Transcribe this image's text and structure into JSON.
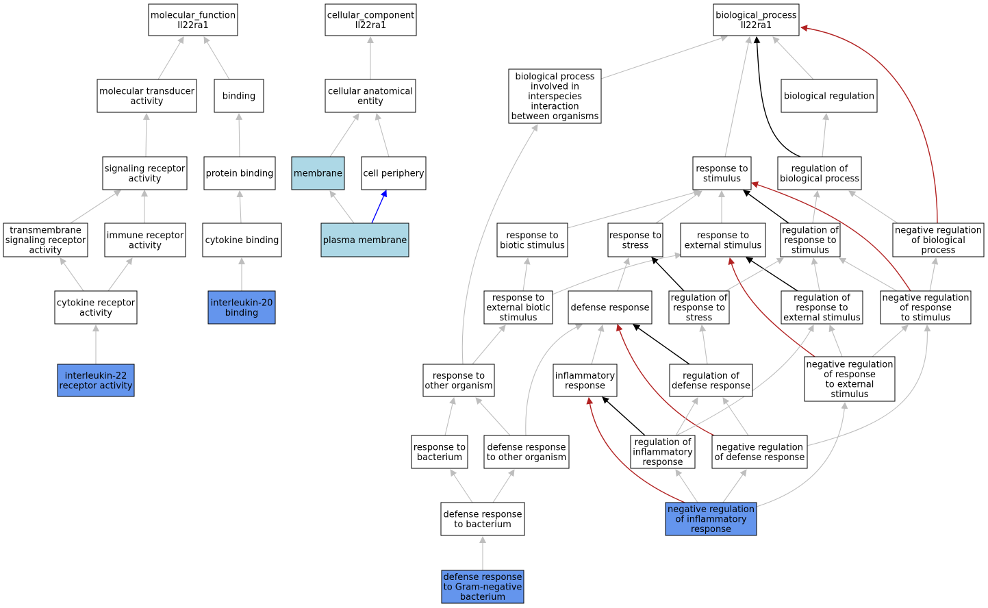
{
  "colors": {
    "node_default": "#ffffff",
    "node_annotated": "#6495ed",
    "node_cellular": "#add8e6",
    "edge_is_a": "#bebebe",
    "edge_regulates": "#000000",
    "edge_negatively_regulates": "#b22222",
    "edge_part_of": "#0000ff"
  },
  "nodes": [
    {
      "id": "mf",
      "lines": [
        "molecular_function",
        "Il22ra1"
      ],
      "fill": "default"
    },
    {
      "id": "cc",
      "lines": [
        "cellular_component",
        "Il22ra1"
      ],
      "fill": "default"
    },
    {
      "id": "bp",
      "lines": [
        "biological_process",
        "Il22ra1"
      ],
      "fill": "default"
    },
    {
      "id": "mta",
      "lines": [
        "molecular transducer",
        "activity"
      ],
      "fill": "default"
    },
    {
      "id": "bind",
      "lines": [
        "binding"
      ],
      "fill": "default"
    },
    {
      "id": "cae",
      "lines": [
        "cellular anatomical",
        "entity"
      ],
      "fill": "default"
    },
    {
      "id": "bpii",
      "lines": [
        "biological process",
        "involved in",
        "interspecies",
        "interaction",
        "between organisms"
      ],
      "fill": "default"
    },
    {
      "id": "breg",
      "lines": [
        "biological regulation"
      ],
      "fill": "default"
    },
    {
      "id": "sra",
      "lines": [
        "signaling receptor",
        "activity"
      ],
      "fill": "default"
    },
    {
      "id": "pb",
      "lines": [
        "protein binding"
      ],
      "fill": "default"
    },
    {
      "id": "mem",
      "lines": [
        "membrane"
      ],
      "fill": "cellular"
    },
    {
      "id": "cp",
      "lines": [
        "cell periphery"
      ],
      "fill": "default"
    },
    {
      "id": "rts",
      "lines": [
        "response to",
        "stimulus"
      ],
      "fill": "default"
    },
    {
      "id": "rbp",
      "lines": [
        "regulation of",
        "biological process"
      ],
      "fill": "default"
    },
    {
      "id": "tsra",
      "lines": [
        "transmembrane",
        "signaling receptor",
        "activity"
      ],
      "fill": "default"
    },
    {
      "id": "ira",
      "lines": [
        "immune receptor",
        "activity"
      ],
      "fill": "default"
    },
    {
      "id": "cb",
      "lines": [
        "cytokine binding"
      ],
      "fill": "default"
    },
    {
      "id": "pm",
      "lines": [
        "plasma membrane"
      ],
      "fill": "cellular"
    },
    {
      "id": "rbs",
      "lines": [
        "response to",
        "biotic stimulus"
      ],
      "fill": "default"
    },
    {
      "id": "rstr",
      "lines": [
        "response to",
        "stress"
      ],
      "fill": "default"
    },
    {
      "id": "res",
      "lines": [
        "response to",
        "external stimulus"
      ],
      "fill": "default"
    },
    {
      "id": "rrs",
      "lines": [
        "regulation of",
        "response to",
        "stimulus"
      ],
      "fill": "default"
    },
    {
      "id": "nrbp",
      "lines": [
        "negative regulation",
        "of biological",
        "process"
      ],
      "fill": "default"
    },
    {
      "id": "cra",
      "lines": [
        "cytokine receptor",
        "activity"
      ],
      "fill": "default"
    },
    {
      "id": "il20",
      "lines": [
        "interleukin-20",
        "binding"
      ],
      "fill": "annotated"
    },
    {
      "id": "rebs",
      "lines": [
        "response to",
        "external biotic",
        "stimulus"
      ],
      "fill": "default"
    },
    {
      "id": "dr",
      "lines": [
        "defense response"
      ],
      "fill": "default"
    },
    {
      "id": "rrstr",
      "lines": [
        "regulation of",
        "response to",
        "stress"
      ],
      "fill": "default"
    },
    {
      "id": "rres",
      "lines": [
        "regulation of",
        "response to",
        "external stimulus"
      ],
      "fill": "default"
    },
    {
      "id": "nrrs",
      "lines": [
        "negative regulation",
        "of response",
        "to stimulus"
      ],
      "fill": "default"
    },
    {
      "id": "il22",
      "lines": [
        "interleukin-22",
        "receptor activity"
      ],
      "fill": "annotated"
    },
    {
      "id": "rtoo",
      "lines": [
        "response to",
        "other organism"
      ],
      "fill": "default"
    },
    {
      "id": "infl",
      "lines": [
        "inflammatory",
        "response"
      ],
      "fill": "default"
    },
    {
      "id": "rdr",
      "lines": [
        "regulation of",
        "defense response"
      ],
      "fill": "default"
    },
    {
      "id": "nrres",
      "lines": [
        "negative regulation",
        "of response",
        "to external",
        "stimulus"
      ],
      "fill": "default"
    },
    {
      "id": "rtb",
      "lines": [
        "response to",
        "bacterium"
      ],
      "fill": "default"
    },
    {
      "id": "droo",
      "lines": [
        "defense response",
        "to other organism"
      ],
      "fill": "default"
    },
    {
      "id": "rir",
      "lines": [
        "regulation of",
        "inflammatory",
        "response"
      ],
      "fill": "default"
    },
    {
      "id": "nrdr",
      "lines": [
        "negative regulation",
        "of defense response"
      ],
      "fill": "default"
    },
    {
      "id": "drb",
      "lines": [
        "defense response",
        "to bacterium"
      ],
      "fill": "default"
    },
    {
      "id": "nrir",
      "lines": [
        "negative regulation",
        "of inflammatory",
        "response"
      ],
      "fill": "annotated"
    },
    {
      "id": "drgn",
      "lines": [
        "defense response",
        "to Gram-negative",
        "bacterium"
      ],
      "fill": "annotated"
    }
  ],
  "edges": [
    {
      "from": "mta",
      "to": "mf",
      "kind": "is_a"
    },
    {
      "from": "bind",
      "to": "mf",
      "kind": "is_a"
    },
    {
      "from": "sra",
      "to": "mta",
      "kind": "is_a"
    },
    {
      "from": "pb",
      "to": "bind",
      "kind": "is_a"
    },
    {
      "from": "tsra",
      "to": "sra",
      "kind": "is_a"
    },
    {
      "from": "ira",
      "to": "sra",
      "kind": "is_a"
    },
    {
      "from": "cra",
      "to": "tsra",
      "kind": "is_a"
    },
    {
      "from": "cra",
      "to": "ira",
      "kind": "is_a"
    },
    {
      "from": "il22",
      "to": "cra",
      "kind": "is_a"
    },
    {
      "from": "cb",
      "to": "pb",
      "kind": "is_a"
    },
    {
      "from": "il20",
      "to": "cb",
      "kind": "is_a"
    },
    {
      "from": "cae",
      "to": "cc",
      "kind": "is_a"
    },
    {
      "from": "mem",
      "to": "cae",
      "kind": "is_a"
    },
    {
      "from": "cp",
      "to": "cae",
      "kind": "is_a"
    },
    {
      "from": "pm",
      "to": "mem",
      "kind": "is_a"
    },
    {
      "from": "pm",
      "to": "cp",
      "kind": "part_of"
    },
    {
      "from": "bpii",
      "to": "bp",
      "kind": "is_a"
    },
    {
      "from": "rts",
      "to": "bp",
      "kind": "is_a"
    },
    {
      "from": "breg",
      "to": "bp",
      "kind": "is_a"
    },
    {
      "from": "rbp",
      "to": "bp",
      "kind": "regulates"
    },
    {
      "from": "nrbp",
      "to": "bp",
      "kind": "negatively_regulates"
    },
    {
      "from": "rbp",
      "to": "breg",
      "kind": "is_a"
    },
    {
      "from": "rbs",
      "to": "rts",
      "kind": "is_a"
    },
    {
      "from": "rstr",
      "to": "rts",
      "kind": "is_a"
    },
    {
      "from": "res",
      "to": "rts",
      "kind": "is_a"
    },
    {
      "from": "rrs",
      "to": "rts",
      "kind": "regulates"
    },
    {
      "from": "nrrs",
      "to": "rts",
      "kind": "negatively_regulates"
    },
    {
      "from": "rrs",
      "to": "rbp",
      "kind": "is_a"
    },
    {
      "from": "nrbp",
      "to": "rbp",
      "kind": "is_a"
    },
    {
      "from": "rebs",
      "to": "rbs",
      "kind": "is_a"
    },
    {
      "from": "rebs",
      "to": "res",
      "kind": "is_a"
    },
    {
      "from": "dr",
      "to": "rstr",
      "kind": "is_a"
    },
    {
      "from": "rrstr",
      "to": "rstr",
      "kind": "regulates"
    },
    {
      "from": "rres",
      "to": "res",
      "kind": "regulates"
    },
    {
      "from": "nrres",
      "to": "res",
      "kind": "negatively_regulates"
    },
    {
      "from": "rrstr",
      "to": "rrs",
      "kind": "is_a"
    },
    {
      "from": "rres",
      "to": "rrs",
      "kind": "is_a"
    },
    {
      "from": "nrrs",
      "to": "rrs",
      "kind": "is_a"
    },
    {
      "from": "nrrs",
      "to": "nrbp",
      "kind": "is_a"
    },
    {
      "from": "rtoo",
      "to": "bpii",
      "kind": "is_a"
    },
    {
      "from": "rtoo",
      "to": "rebs",
      "kind": "is_a"
    },
    {
      "from": "infl",
      "to": "dr",
      "kind": "is_a"
    },
    {
      "from": "droo",
      "to": "dr",
      "kind": "is_a"
    },
    {
      "from": "rdr",
      "to": "dr",
      "kind": "regulates"
    },
    {
      "from": "nrdr",
      "to": "dr",
      "kind": "negatively_regulates"
    },
    {
      "from": "rdr",
      "to": "rrstr",
      "kind": "is_a"
    },
    {
      "from": "rir",
      "to": "rres",
      "kind": "is_a"
    },
    {
      "from": "nrres",
      "to": "rres",
      "kind": "is_a"
    },
    {
      "from": "nrres",
      "to": "nrrs",
      "kind": "is_a"
    },
    {
      "from": "nrdr",
      "to": "nrrs",
      "kind": "is_a"
    },
    {
      "from": "rtb",
      "to": "rtoo",
      "kind": "is_a"
    },
    {
      "from": "droo",
      "to": "rtoo",
      "kind": "is_a"
    },
    {
      "from": "rir",
      "to": "infl",
      "kind": "regulates"
    },
    {
      "from": "nrir",
      "to": "infl",
      "kind": "negatively_regulates"
    },
    {
      "from": "rir",
      "to": "rdr",
      "kind": "is_a"
    },
    {
      "from": "nrdr",
      "to": "rdr",
      "kind": "is_a"
    },
    {
      "from": "nrir",
      "to": "nrres",
      "kind": "is_a"
    },
    {
      "from": "nrir",
      "to": "rir",
      "kind": "is_a"
    },
    {
      "from": "nrir",
      "to": "nrdr",
      "kind": "is_a"
    },
    {
      "from": "drb",
      "to": "rtb",
      "kind": "is_a"
    },
    {
      "from": "drb",
      "to": "droo",
      "kind": "is_a"
    },
    {
      "from": "drgn",
      "to": "drb",
      "kind": "is_a"
    }
  ]
}
